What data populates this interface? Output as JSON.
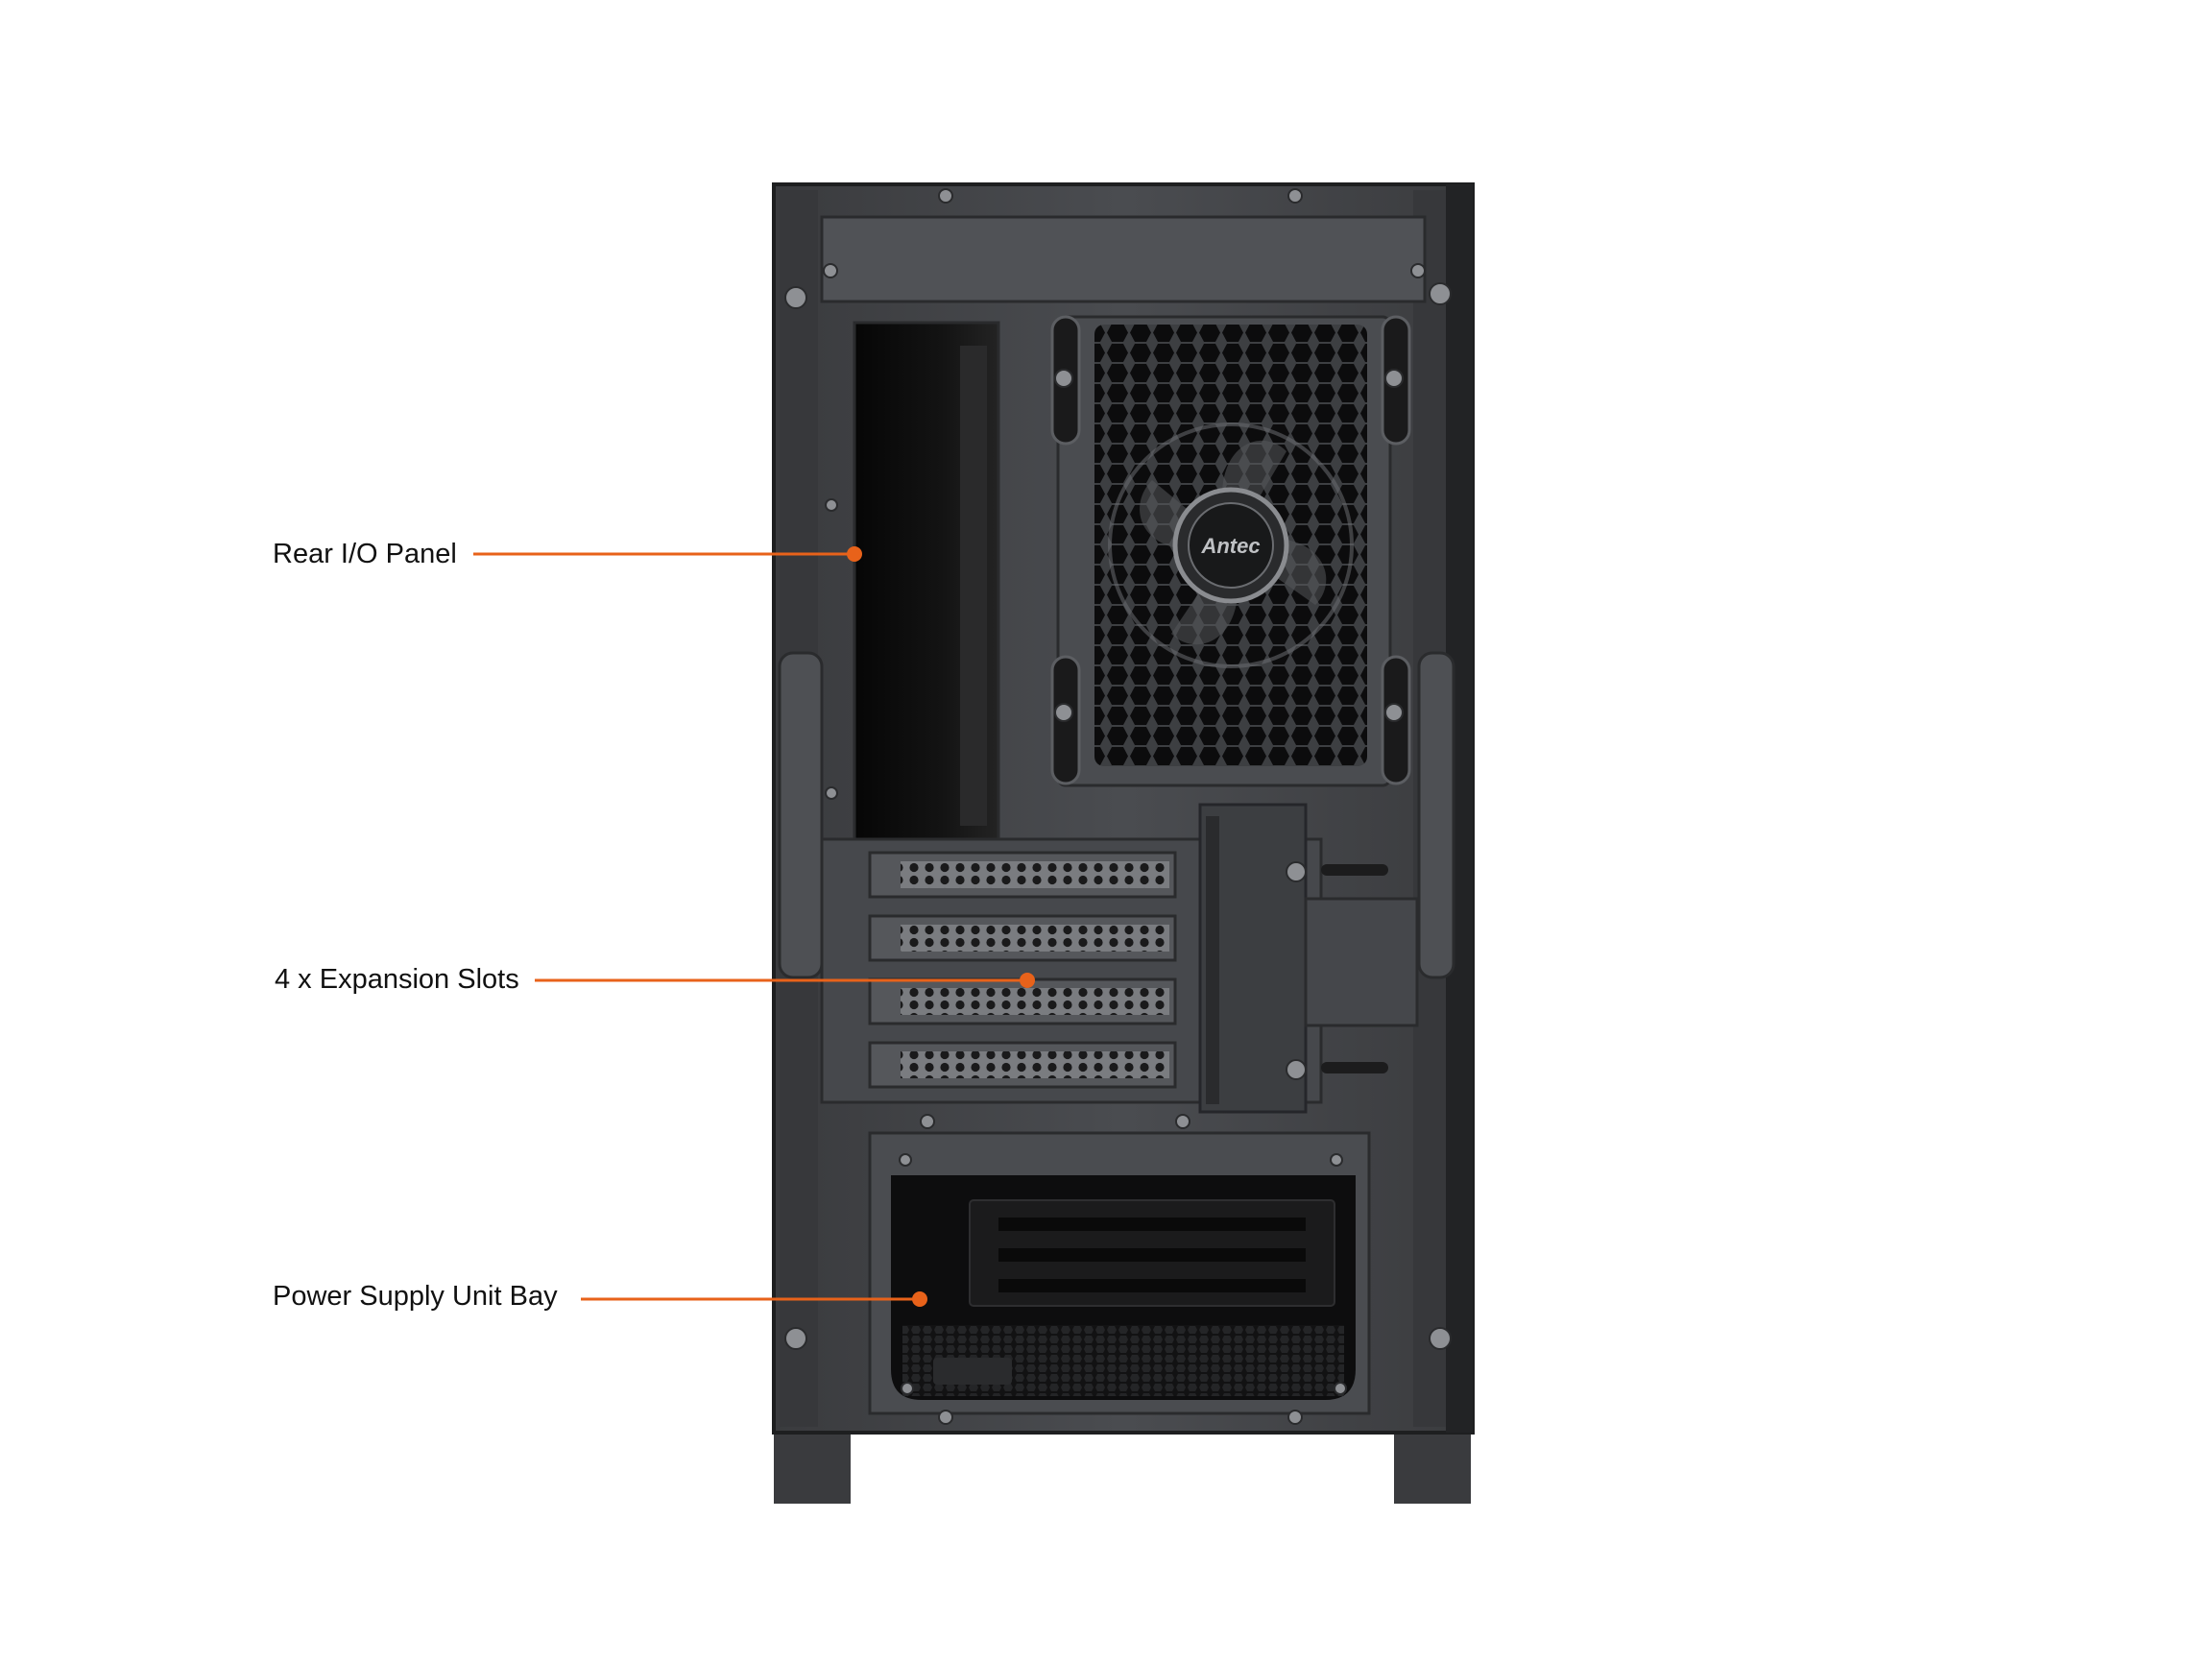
{
  "callouts": [
    {
      "id": "rear-io",
      "label": "Rear I/O Panel"
    },
    {
      "id": "expansion",
      "label": "4 x Expansion Slots"
    },
    {
      "id": "psu",
      "label": "Power Supply Unit Bay"
    }
  ],
  "colors": {
    "background": "#ffffff",
    "accent": "#e8621a",
    "label_text": "#111111",
    "case_dark": "#2e2f31",
    "case_mid": "#45474a",
    "case_light": "#5a5c60"
  },
  "icons": [
    "screw-icon",
    "fan-icon",
    "brand-logo"
  ],
  "fan_badge": {
    "text": "Antec"
  }
}
